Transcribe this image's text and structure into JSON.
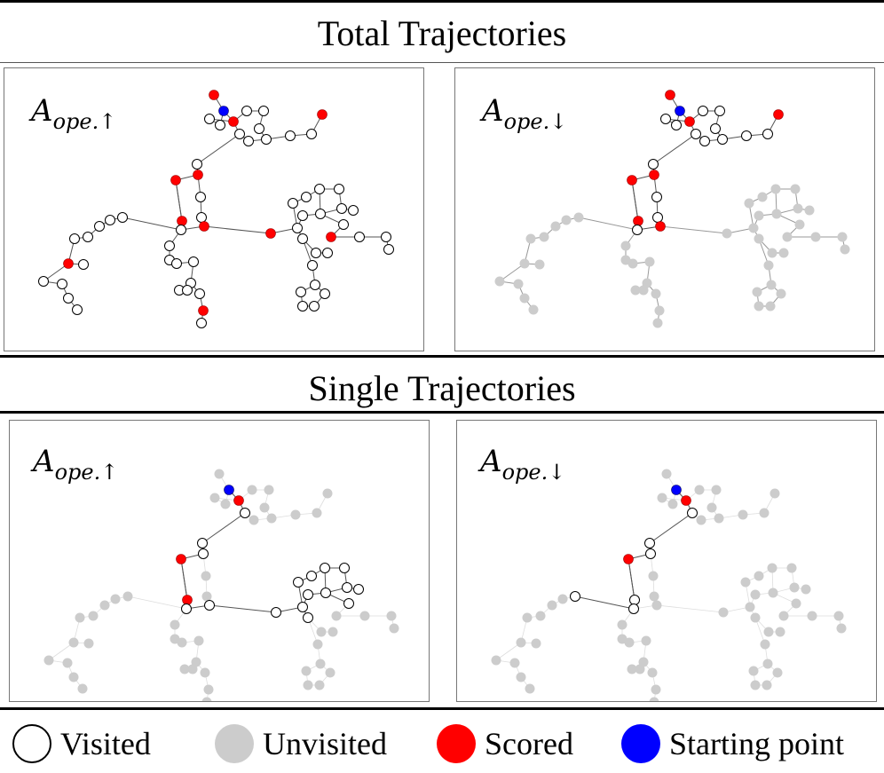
{
  "sections": {
    "total_title": "Total Trajectories",
    "single_title": "Single Trajectories"
  },
  "panels": [
    {
      "base": "A",
      "sub": "ope.",
      "arrow": "↑"
    },
    {
      "base": "A",
      "sub": "ope.",
      "arrow": "↓"
    },
    {
      "base": "A",
      "sub": "ope.",
      "arrow": "↑"
    },
    {
      "base": "A",
      "sub": "ope.",
      "arrow": "↓"
    }
  ],
  "legend": {
    "visited": "Visited",
    "unvisited": "Unvisited",
    "scored": "Scored",
    "starting": "Starting point"
  },
  "colors": {
    "visited_fill": "#ffffff",
    "visited_stroke": "#000000",
    "unvisited": "#cccccc",
    "scored": "#ff0000",
    "starting": "#0000ff",
    "edge_visited": "#555555",
    "edge_unvisited": "#dddddd"
  }
}
